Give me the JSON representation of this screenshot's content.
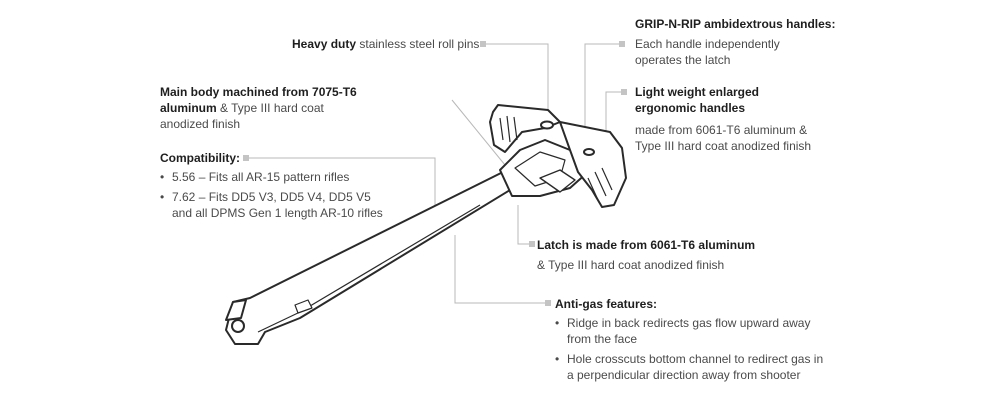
{
  "callouts": {
    "roll_pins": {
      "bold": "Heavy duty",
      "text": "stainless steel roll pins"
    },
    "main_body": {
      "bold1": "Main body machined from 7075-T6",
      "bold2": "aluminum",
      "text": "& Type III hard coat anodized finish"
    },
    "compatibility": {
      "title": "Compatibility:",
      "items": [
        "5.56 – Fits all AR-15 pattern rifles",
        "7.62 – Fits DD5 V3, DD5 V4, DD5 V5 and all DPMS Gen 1 length AR-10 rifles"
      ]
    },
    "grip_n_rip": {
      "title": "GRIP-N-RIP ambidextrous handles:",
      "text": "Each handle independently operates the latch"
    },
    "light_weight": {
      "title": "Light weight enlarged ergonomic handles",
      "text": "made from 6061-T6 aluminum & Type III hard coat anodized finish"
    },
    "latch": {
      "bold": "Latch is made from 6061-T6 aluminum",
      "text": "& Type III hard coat anodized finish"
    },
    "anti_gas": {
      "title": "Anti-gas features:",
      "items": [
        "Ridge in back redirects gas flow upward away from the face",
        "Hole crosscuts bottom channel to redirect gas in a perpendicular direction away from shooter"
      ]
    }
  },
  "colors": {
    "leader": "#b8b8b8",
    "outline": "#2a2a2a",
    "text": "#4a4a4a"
  }
}
